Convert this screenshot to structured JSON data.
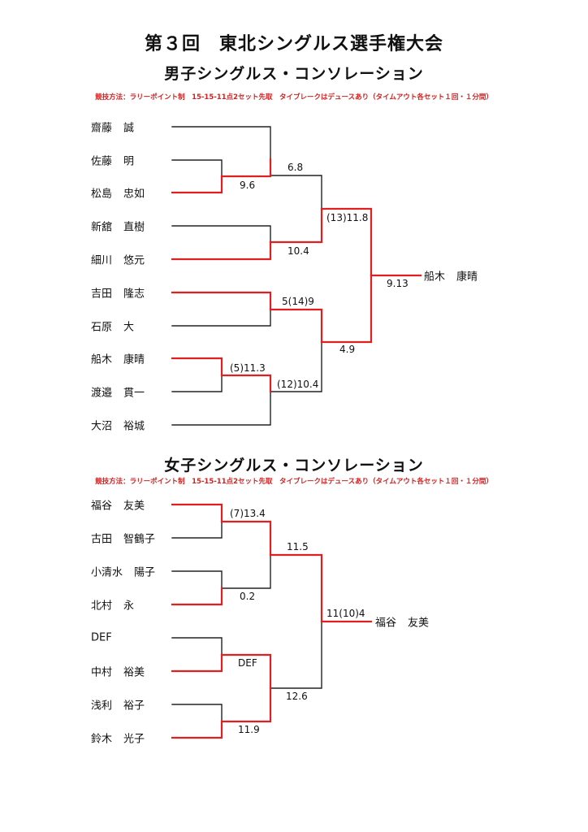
{
  "title": "第３回　東北シングルス選手権大会",
  "men": {
    "subtitle": "男子シングルス・コンソレーション",
    "rules": "競技方法：ラリーポイント制　15-15-11点2セット先取　タイブレークはデュースあり（タイムアウト各セット１回・１分間）",
    "players": [
      {
        "family": "齋藤",
        "given": "誠"
      },
      {
        "family": "佐藤",
        "given": "明"
      },
      {
        "family": "松島",
        "given": "忠如"
      },
      {
        "family": "新舘",
        "given": "直樹"
      },
      {
        "family": "細川",
        "given": "悠元"
      },
      {
        "family": "吉田",
        "given": "隆志"
      },
      {
        "family": "石原",
        "given": "大"
      },
      {
        "family": "船木",
        "given": "康晴"
      },
      {
        "family": "渡邉",
        "given": "貫一"
      },
      {
        "family": "大沼",
        "given": "裕城"
      }
    ],
    "scores": {
      "r1_a": "9.6",
      "r2_a": "6.8",
      "r2_b": "10.4",
      "r3_a": "(13)11.8",
      "r1_b": "(5)11.3",
      "r2_c": "5(14)9",
      "r2_d": "(12)10.4",
      "r3_b": "4.9",
      "final": "9.13"
    },
    "winner": {
      "family": "船木",
      "given": "康晴"
    }
  },
  "women": {
    "subtitle": "女子シングルス・コンソレーション",
    "rules": "競技方法：ラリーポイント制　15-15-11点2セット先取　タイブレークはデュースあり（タイムアウト各セット１回・１分間）",
    "players": [
      {
        "family": "福谷",
        "given": "友美"
      },
      {
        "family": "古田",
        "given": "智鶴子"
      },
      {
        "family": "小清水",
        "given": "陽子"
      },
      {
        "family": "北村",
        "given": "永"
      },
      {
        "family": "DEF",
        "given": ""
      },
      {
        "family": "中村",
        "given": "裕美"
      },
      {
        "family": "浅利",
        "given": "裕子"
      },
      {
        "family": "鈴木",
        "given": "光子"
      }
    ],
    "scores": {
      "r1_a": "(7)13.4",
      "r1_b": "0.2",
      "r1_c": "DEF",
      "r1_d": "11.9",
      "r2_a": "11.5",
      "r2_b": "12.6",
      "final": "11(10)4"
    },
    "winner": {
      "family": "福谷",
      "given": "友美"
    }
  },
  "colors": {
    "win_line": "#e02020",
    "line": "#222222"
  }
}
